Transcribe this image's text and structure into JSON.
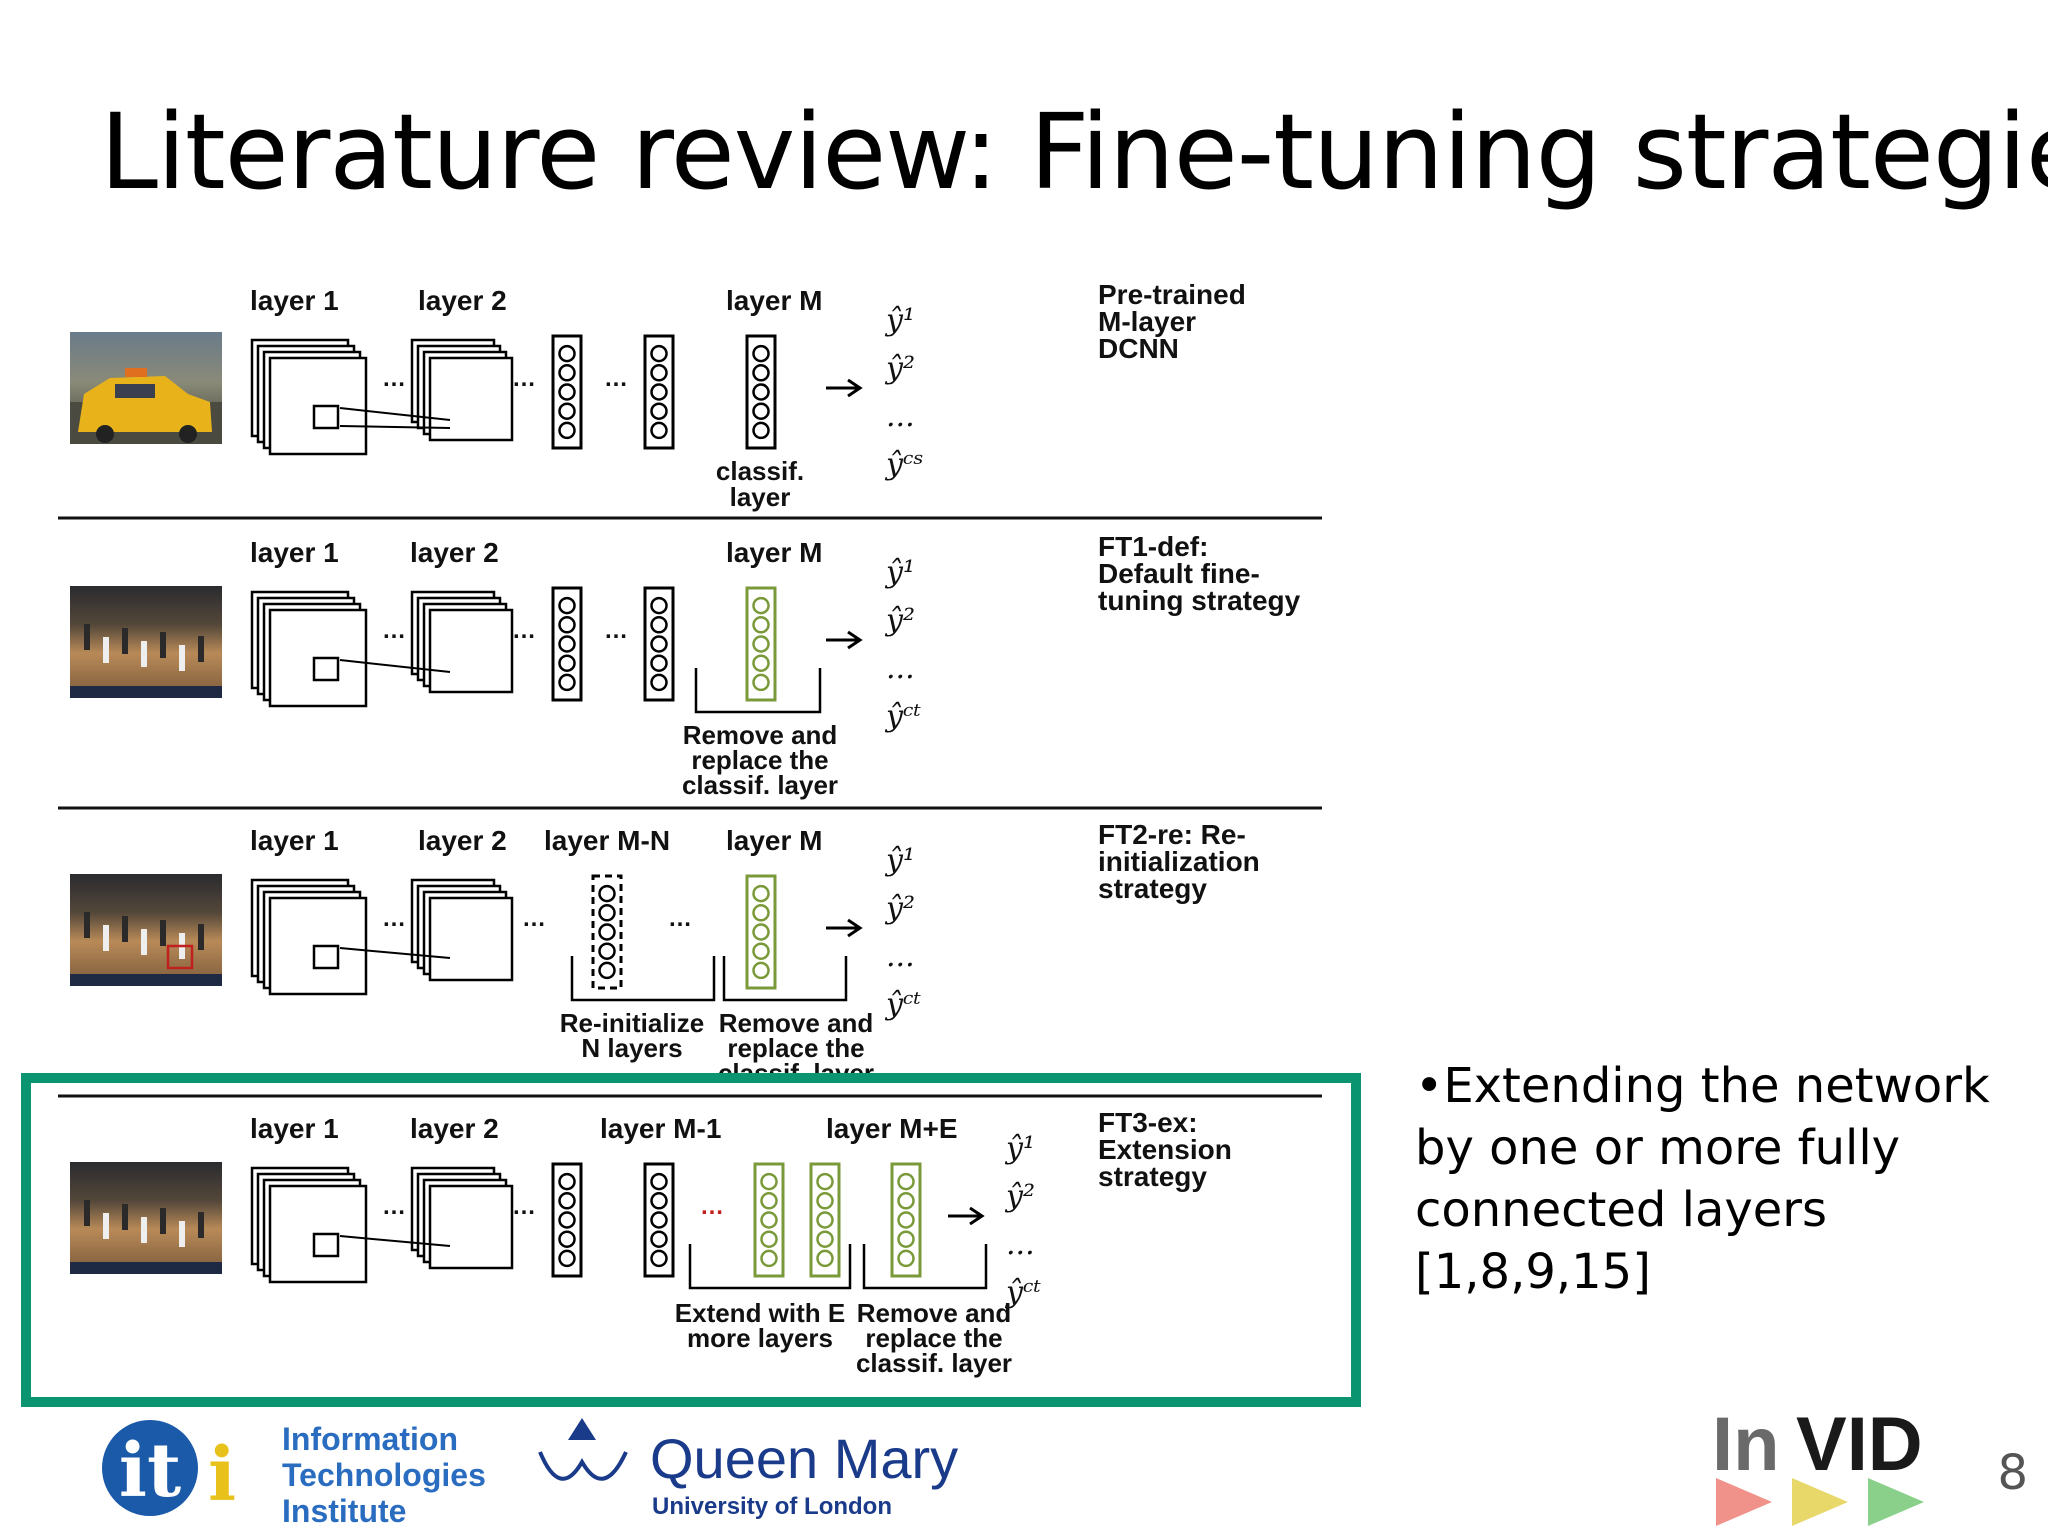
{
  "slide": {
    "title": "Literature review: Fine-tuning strategies",
    "bullet": "•Extending the network by one or more fully connected layers [1,8,9,15]",
    "page_number": "8"
  },
  "panels": [
    {
      "id": "pretrained",
      "image": "taxi-frame",
      "layer_labels": [
        "layer 1",
        "layer 2",
        "layer M"
      ],
      "outputs": [
        "ŷ¹",
        "ŷ²",
        "...",
        "ŷᶜˢ"
      ],
      "caption_lines": [
        "classif.",
        "layer"
      ],
      "strategy_lines": [
        "Pre-trained",
        "M-layer",
        "DCNN"
      ]
    },
    {
      "id": "ft1",
      "image": "basketball-frame",
      "layer_labels": [
        "layer 1",
        "layer 2",
        "layer M"
      ],
      "outputs": [
        "ŷ¹",
        "ŷ²",
        "...",
        "ŷᶜᵗ"
      ],
      "caption_lines": [
        "Remove and",
        "replace the",
        "classif. layer"
      ],
      "strategy_lines": [
        "FT1-def:",
        "Default fine-",
        "tuning strategy"
      ]
    },
    {
      "id": "ft2",
      "image": "basketball-frame",
      "layer_labels": [
        "layer 1",
        "layer 2",
        "layer M-N",
        "layer M"
      ],
      "outputs": [
        "ŷ¹",
        "ŷ²",
        "...",
        "ŷᶜᵗ"
      ],
      "caption_a_lines": [
        "Re-initialize",
        "N layers"
      ],
      "caption_b_lines": [
        "Remove and",
        "replace the",
        "classif. layer"
      ],
      "strategy_lines": [
        "FT2-re: Re-",
        "initialization",
        "strategy"
      ]
    },
    {
      "id": "ft3",
      "image": "basketball-frame",
      "layer_labels": [
        "layer 1",
        "layer 2",
        "layer M-1",
        "layer M+E"
      ],
      "outputs": [
        "ŷ¹",
        "ŷ²",
        "...",
        "ŷᶜᵗ"
      ],
      "caption_a_lines": [
        "Extend with E",
        "more layers"
      ],
      "caption_b_lines": [
        "Remove and",
        "replace the",
        "classif. layer"
      ],
      "strategy_lines": [
        "FT3-ex:",
        "Extension",
        "strategy"
      ]
    }
  ],
  "highlight_color": "#0a9470",
  "new_layer_color": "#7a9a3a",
  "logos": {
    "iti": {
      "mark": "iti",
      "lines": [
        "Information",
        "Technologies",
        "Institute"
      ]
    },
    "qm": {
      "name": "Queen Mary",
      "sub": "University of London"
    },
    "invid": {
      "text_in": "In",
      "text_vid": "VID"
    }
  }
}
